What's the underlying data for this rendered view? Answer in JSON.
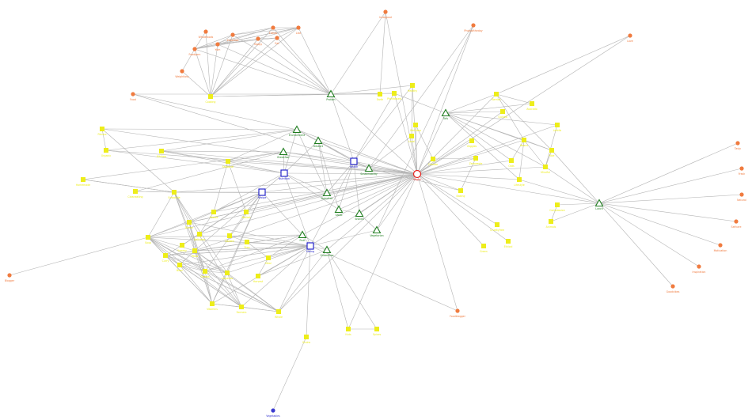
{
  "styles": {
    "edge_color": "#b4b4b4",
    "hub_color": "#e8231f",
    "square_color": "#1515c8",
    "triangle_color": "#1e7d1e",
    "yellow_color": "#eded1a",
    "orange_color": "#f07b3f",
    "purple_color": "#3a3ad0"
  },
  "nodes": [
    {
      "id": "hub",
      "label": "Vegan",
      "type": "hub-node"
    },
    {
      "id": "s1",
      "label": "Health",
      "type": "square-node"
    },
    {
      "id": "s2",
      "label": "Nutrition",
      "type": "square-node"
    },
    {
      "id": "s3",
      "label": "Recipe",
      "type": "square-node"
    },
    {
      "id": "s4",
      "label": "Eating",
      "type": "square-node"
    },
    {
      "id": "t1",
      "label": "Protein",
      "type": "triangle-node"
    },
    {
      "id": "t2",
      "label": "Environment",
      "type": "triangle-node"
    },
    {
      "id": "t3",
      "label": "Dessert",
      "type": "triangle-node"
    },
    {
      "id": "t4",
      "label": "Breakfast",
      "type": "triangle-node"
    },
    {
      "id": "t5",
      "label": "Sustainability",
      "type": "triangle-node"
    },
    {
      "id": "t6",
      "label": "Dairyfree",
      "type": "triangle-node"
    },
    {
      "id": "t7",
      "label": "Salad",
      "type": "triangle-node"
    },
    {
      "id": "t8",
      "label": "Snacks",
      "type": "triangle-node"
    },
    {
      "id": "t9",
      "label": "Vegetarian",
      "type": "triangle-node"
    },
    {
      "id": "t10",
      "label": "Fruit",
      "type": "triangle-node"
    },
    {
      "id": "t11",
      "label": "Glutenfree",
      "type": "triangle-node"
    },
    {
      "id": "t12",
      "label": "Tofu",
      "type": "triangle-node"
    },
    {
      "id": "t13",
      "label": "Lunch",
      "type": "triangle-node"
    },
    {
      "id": "y1",
      "label": "Cooking",
      "type": "yellow-node"
    },
    {
      "id": "y2",
      "label": "Plantbased",
      "type": "yellow-node"
    },
    {
      "id": "y3",
      "label": "Healthy",
      "type": "yellow-node"
    },
    {
      "id": "y4",
      "label": "Wellness",
      "type": "yellow-node"
    },
    {
      "id": "y5",
      "label": "Fitness",
      "type": "yellow-node"
    },
    {
      "id": "y6",
      "label": "Organic",
      "type": "yellow-node"
    },
    {
      "id": "y7",
      "label": "Kitchen",
      "type": "yellow-node"
    },
    {
      "id": "y8",
      "label": "Homemade",
      "type": "yellow-node"
    },
    {
      "id": "y9",
      "label": "Cleaneating",
      "type": "yellow-node"
    },
    {
      "id": "y10",
      "label": "Smoothie",
      "type": "yellow-node"
    },
    {
      "id": "y11",
      "label": "Dinner",
      "type": "yellow-node"
    },
    {
      "id": "y12",
      "label": "Soup",
      "type": "yellow-node"
    },
    {
      "id": "y13",
      "label": "Curry",
      "type": "yellow-node"
    },
    {
      "id": "y14",
      "label": "Pasta",
      "type": "yellow-node"
    },
    {
      "id": "y15",
      "label": "Bowl",
      "type": "yellow-node"
    },
    {
      "id": "y16",
      "label": "Greens",
      "type": "yellow-node"
    },
    {
      "id": "y17",
      "label": "Legumes",
      "type": "yellow-node"
    },
    {
      "id": "y18",
      "label": "Vitamins",
      "type": "yellow-node"
    },
    {
      "id": "y19",
      "label": "Farmers",
      "type": "yellow-node"
    },
    {
      "id": "y20",
      "label": "Whole",
      "type": "yellow-node"
    },
    {
      "id": "y21",
      "label": "Grains",
      "type": "yellow-node"
    },
    {
      "id": "y22",
      "label": "Nuts",
      "type": "yellow-node"
    },
    {
      "id": "y23",
      "label": "Spices",
      "type": "yellow-node"
    },
    {
      "id": "y24",
      "label": "Baking",
      "type": "yellow-node"
    },
    {
      "id": "y25",
      "label": "Veggies",
      "type": "yellow-node"
    },
    {
      "id": "y26",
      "label": "Berries",
      "type": "yellow-node"
    },
    {
      "id": "y27",
      "label": "Avocado",
      "type": "yellow-node"
    },
    {
      "id": "y28",
      "label": "Quinoa",
      "type": "yellow-node"
    },
    {
      "id": "y29",
      "label": "Lentils",
      "type": "yellow-node"
    },
    {
      "id": "y30",
      "label": "Beans",
      "type": "yellow-node"
    },
    {
      "id": "y31",
      "label": "Rice",
      "type": "yellow-node"
    },
    {
      "id": "y32",
      "label": "Oats",
      "type": "yellow-node"
    },
    {
      "id": "y33",
      "label": "Mindful",
      "type": "yellow-node"
    },
    {
      "id": "y34",
      "label": "Lifestyle",
      "type": "yellow-node"
    },
    {
      "id": "y35",
      "label": "Compassion",
      "type": "yellow-node"
    },
    {
      "id": "y36",
      "label": "Animals",
      "type": "yellow-node"
    },
    {
      "id": "y37",
      "label": "Crueltyfree",
      "type": "yellow-node"
    },
    {
      "id": "y38",
      "label": "Ethical",
      "type": "yellow-node"
    },
    {
      "id": "y39",
      "label": "Green",
      "type": "yellow-node"
    },
    {
      "id": "y40",
      "label": "Earth",
      "type": "yellow-node"
    },
    {
      "id": "y41",
      "label": "Climate",
      "type": "yellow-node"
    },
    {
      "id": "y42",
      "label": "Zerowaste",
      "type": "yellow-node"
    },
    {
      "id": "y43",
      "label": "Local",
      "type": "yellow-node"
    },
    {
      "id": "y44",
      "label": "Seasonal",
      "type": "yellow-node"
    },
    {
      "id": "y45",
      "label": "Market",
      "type": "yellow-node"
    },
    {
      "id": "y46",
      "label": "Garden",
      "type": "yellow-node"
    },
    {
      "id": "y47",
      "label": "Harvest",
      "type": "yellow-node"
    },
    {
      "id": "y48",
      "label": "Meal",
      "type": "yellow-node"
    },
    {
      "id": "y49",
      "label": "Prep",
      "type": "yellow-node"
    },
    {
      "id": "y50",
      "label": "Foodie",
      "type": "yellow-node"
    },
    {
      "id": "y51",
      "label": "Delicious",
      "type": "yellow-node"
    },
    {
      "id": "y52",
      "label": "Yummy",
      "type": "yellow-node"
    },
    {
      "id": "o1",
      "label": "Instagood",
      "type": "orange-node"
    },
    {
      "id": "o2",
      "label": "Photooftheday",
      "type": "orange-node"
    },
    {
      "id": "o3",
      "label": "Love",
      "type": "orange-node"
    },
    {
      "id": "o4",
      "label": "Food",
      "type": "orange-node"
    },
    {
      "id": "o5",
      "label": "Foodporn",
      "type": "orange-node"
    },
    {
      "id": "o6",
      "label": "Yum",
      "type": "orange-node"
    },
    {
      "id": "o7",
      "label": "Instafood",
      "type": "orange-node"
    },
    {
      "id": "o8",
      "label": "Happy",
      "type": "orange-node"
    },
    {
      "id": "o9",
      "label": "Follow",
      "type": "orange-node"
    },
    {
      "id": "o10",
      "label": "Like",
      "type": "orange-node"
    },
    {
      "id": "o11",
      "label": "Eat",
      "type": "orange-node"
    },
    {
      "id": "o12",
      "label": "Blogger",
      "type": "orange-node"
    },
    {
      "id": "o13",
      "label": "Foodblogger",
      "type": "orange-node"
    },
    {
      "id": "o14",
      "label": "Tasty",
      "type": "orange-node"
    },
    {
      "id": "o15",
      "label": "Fresh",
      "type": "orange-node"
    },
    {
      "id": "o16",
      "label": "Natural",
      "type": "orange-node"
    },
    {
      "id": "o17",
      "label": "Selfcare",
      "type": "orange-node"
    },
    {
      "id": "o18",
      "label": "Motivation",
      "type": "orange-node"
    },
    {
      "id": "o19",
      "label": "Inspiration",
      "type": "orange-node"
    },
    {
      "id": "o20",
      "label": "Goodvibes",
      "type": "orange-node"
    },
    {
      "id": "o21",
      "label": "Weightloss",
      "type": "orange-node"
    },
    {
      "id": "o22",
      "label": "Wholefoods",
      "type": "orange-node"
    },
    {
      "id": "p1",
      "label": "Vegetables",
      "type": "purple-node"
    }
  ]
}
